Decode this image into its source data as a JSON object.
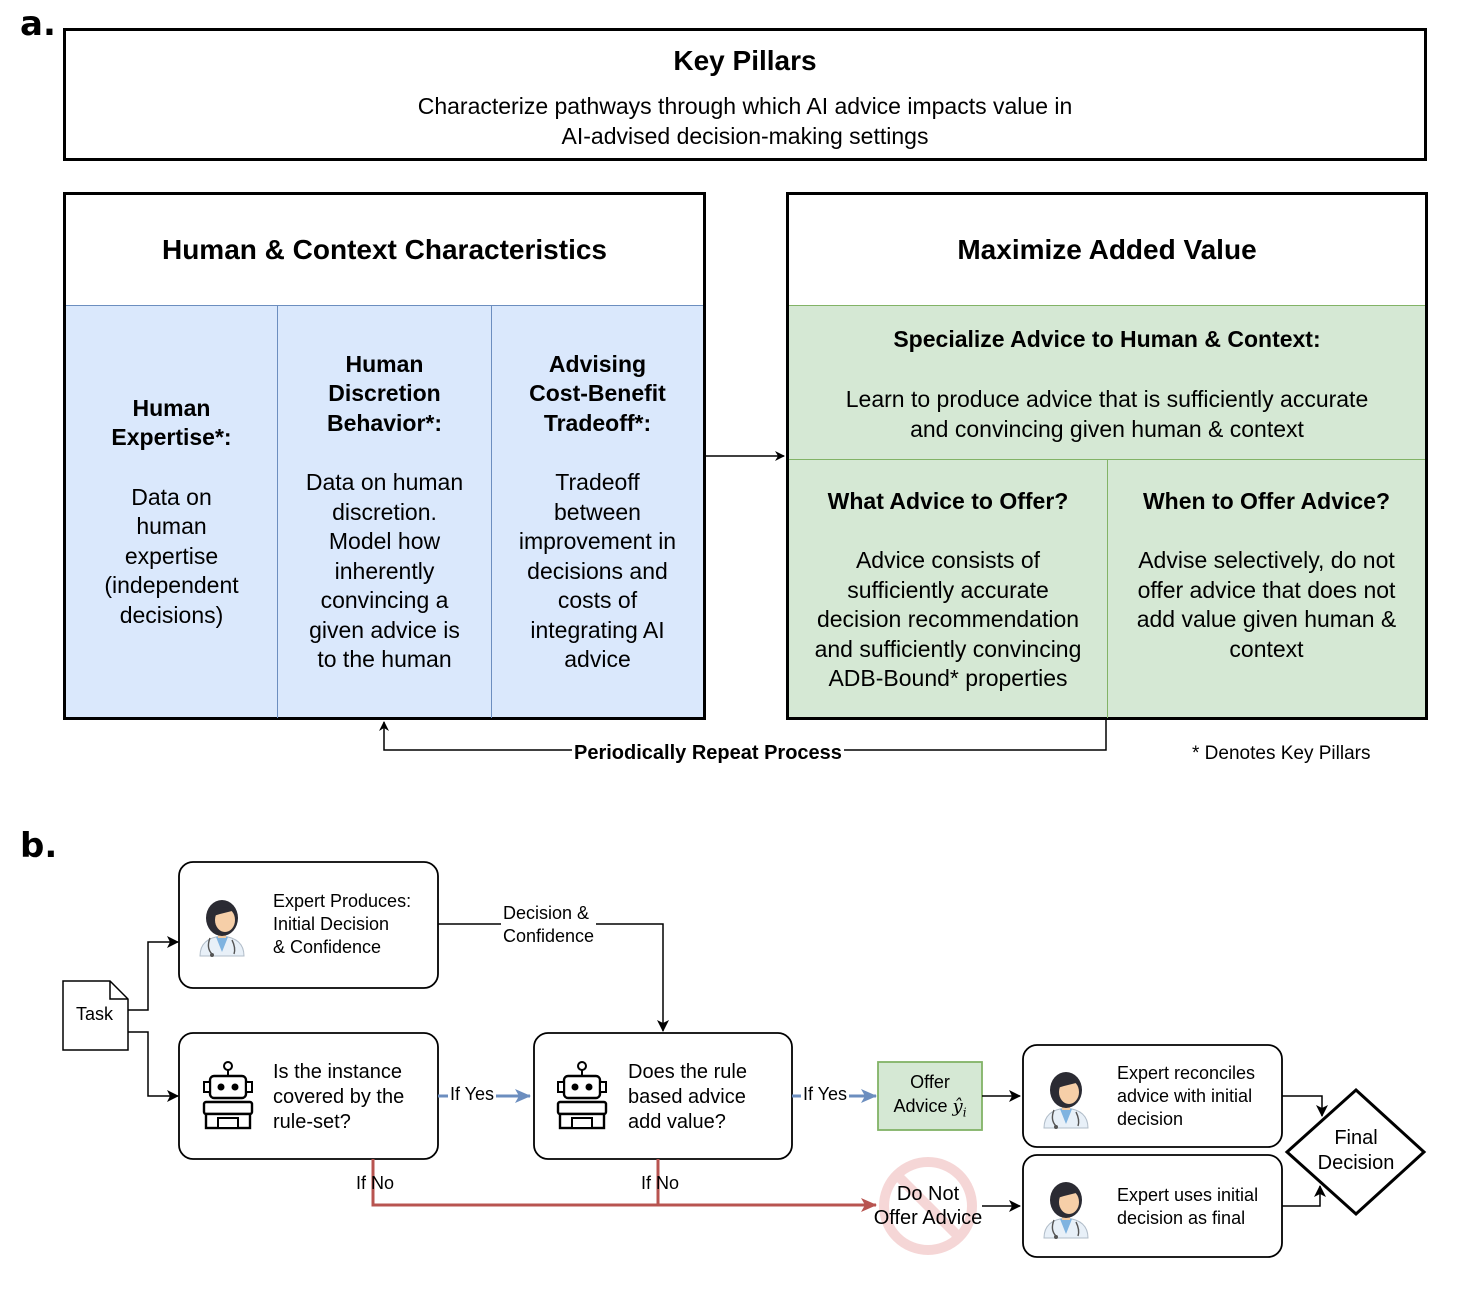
{
  "panel_a": {
    "label": "a.",
    "key_pillars": {
      "title": "Key Pillars",
      "subtitle": "Characterize pathways through which AI advice impacts value in\nAI-advised decision-making settings"
    },
    "human_context": {
      "title": "Human & Context Characteristics",
      "columns": [
        {
          "heading": "Human\nExpertise*:",
          "body": "Data on\nhuman\nexpertise\n(independent\ndecisions)"
        },
        {
          "heading": "Human\nDiscretion\nBehavior*:",
          "body": "Data on human\ndiscretion.\nModel how\ninherently\nconvincing a\ngiven advice is\nto the human"
        },
        {
          "heading": "Advising\nCost-Benefit\nTradeoff*:",
          "body": "Tradeoff\nbetween\nimprovement in\ndecisions and\ncosts of\nintegrating AI\nadvice"
        }
      ]
    },
    "added_value": {
      "title": "Maximize Added Value",
      "specialize_heading": "Specialize Advice to Human & Context:",
      "specialize_body": "Learn to produce advice that is sufficiently accurate\nand convincing given human & context",
      "what_heading": "What Advice to Offer?",
      "what_body": "Advice consists of\nsufficiently accurate\ndecision recommendation\nand sufficiently convincing\nADB-Bound* properties",
      "when_heading": "When to Offer Advice?",
      "when_body": "Advise selectively, do not\noffer advice that does not\nadd value given human &\ncontext"
    },
    "repeat_label": "Periodically Repeat Process",
    "footnote": "* Denotes Key Pillars"
  },
  "panel_b": {
    "label": "b.",
    "task": "Task",
    "expert_produces": "Expert Produces:\nInitial Decision\n& Confidence",
    "decision_confidence": "Decision &\nConfidence",
    "instance_covered": "Is the instance\ncovered by the\nrule-set?",
    "rule_value": "Does the rule\nbased advice\nadd value?",
    "if_yes": "If Yes",
    "if_no": "If No",
    "offer_advice": "Offer\nAdvice",
    "offer_advice_symbol": "ŷ",
    "offer_advice_sub": "i",
    "do_not_offer": "Do Not\nOffer Advice",
    "reconciles": "Expert reconciles\nadvice with initial\ndecision",
    "uses_initial": "Expert uses initial\ndecision as final",
    "final_decision": "Final\nDecision",
    "colors": {
      "yes_arrow": "#6c8ebf",
      "no_arrow": "#b85450",
      "offer_fill": "#d5e8d4",
      "offer_border": "#82b366",
      "blue_panel": "#dae8fc",
      "green_panel": "#d5e8d4"
    },
    "icons": [
      "doctor-icon",
      "robot-icon",
      "prohibited-icon"
    ]
  }
}
